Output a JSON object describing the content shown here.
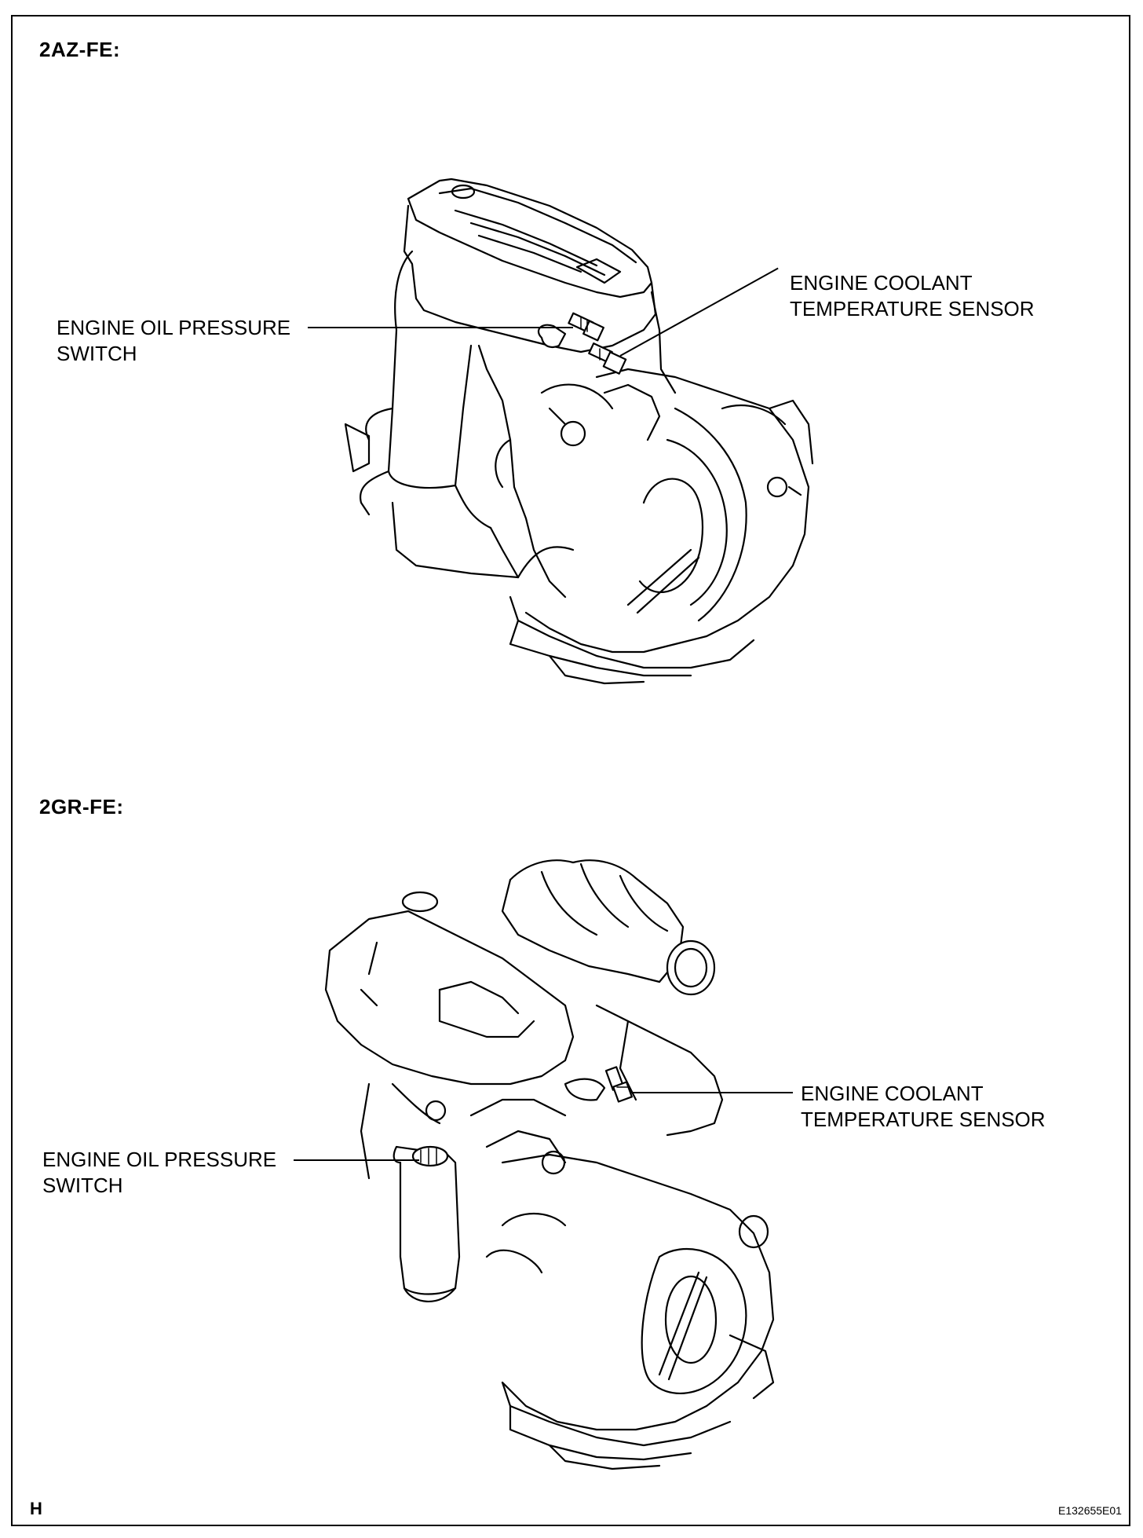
{
  "sections": {
    "top": {
      "title": "2AZ-FE:",
      "oil_label_line1": "ENGINE OIL PRESSURE",
      "oil_label_line2": "SWITCH",
      "coolant_label_line1": "ENGINE COOLANT",
      "coolant_label_line2": "TEMPERATURE SENSOR"
    },
    "bottom": {
      "title": "2GR-FE:",
      "oil_label_line1": "ENGINE OIL PRESSURE",
      "oil_label_line2": "SWITCH",
      "coolant_label_line1": "ENGINE COOLANT",
      "coolant_label_line2": "TEMPERATURE SENSOR"
    }
  },
  "footer": {
    "page_code": "H",
    "figure_id": "E132655E01"
  }
}
